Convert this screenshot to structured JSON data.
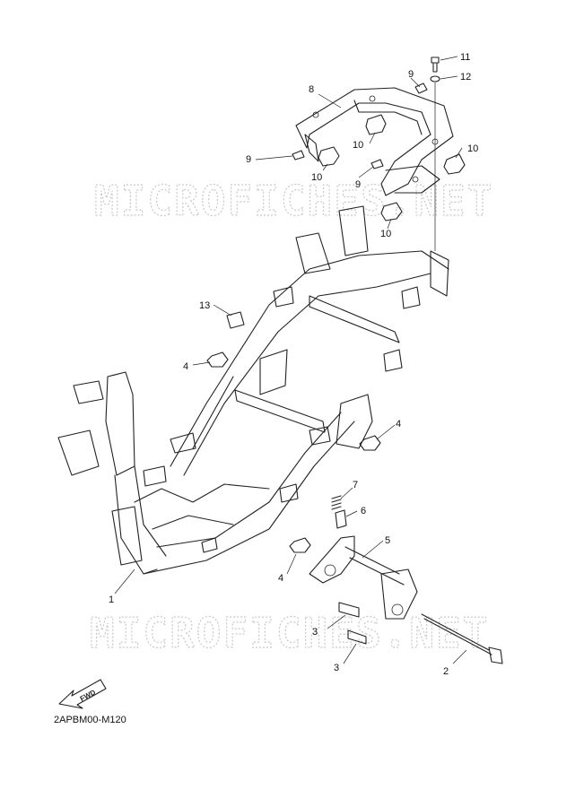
{
  "diagram": {
    "watermark_top": "MICROFICHES.NET",
    "watermark_bottom": "MICROFICHES.NET",
    "figure_code": "2APBM00-M120",
    "fwd_label": "FWD",
    "callouts": {
      "c1": "1",
      "c2": "2",
      "c3a": "3",
      "c3b": "3",
      "c4a": "4",
      "c4b": "4",
      "c4c": "4",
      "c5": "5",
      "c6": "6",
      "c7": "7",
      "c8": "8",
      "c9a": "9",
      "c9b": "9",
      "c9c": "9",
      "c10a": "10",
      "c10b": "10",
      "c10c": "10",
      "c10d": "10",
      "c11": "11",
      "c12": "12",
      "c13": "13"
    }
  }
}
